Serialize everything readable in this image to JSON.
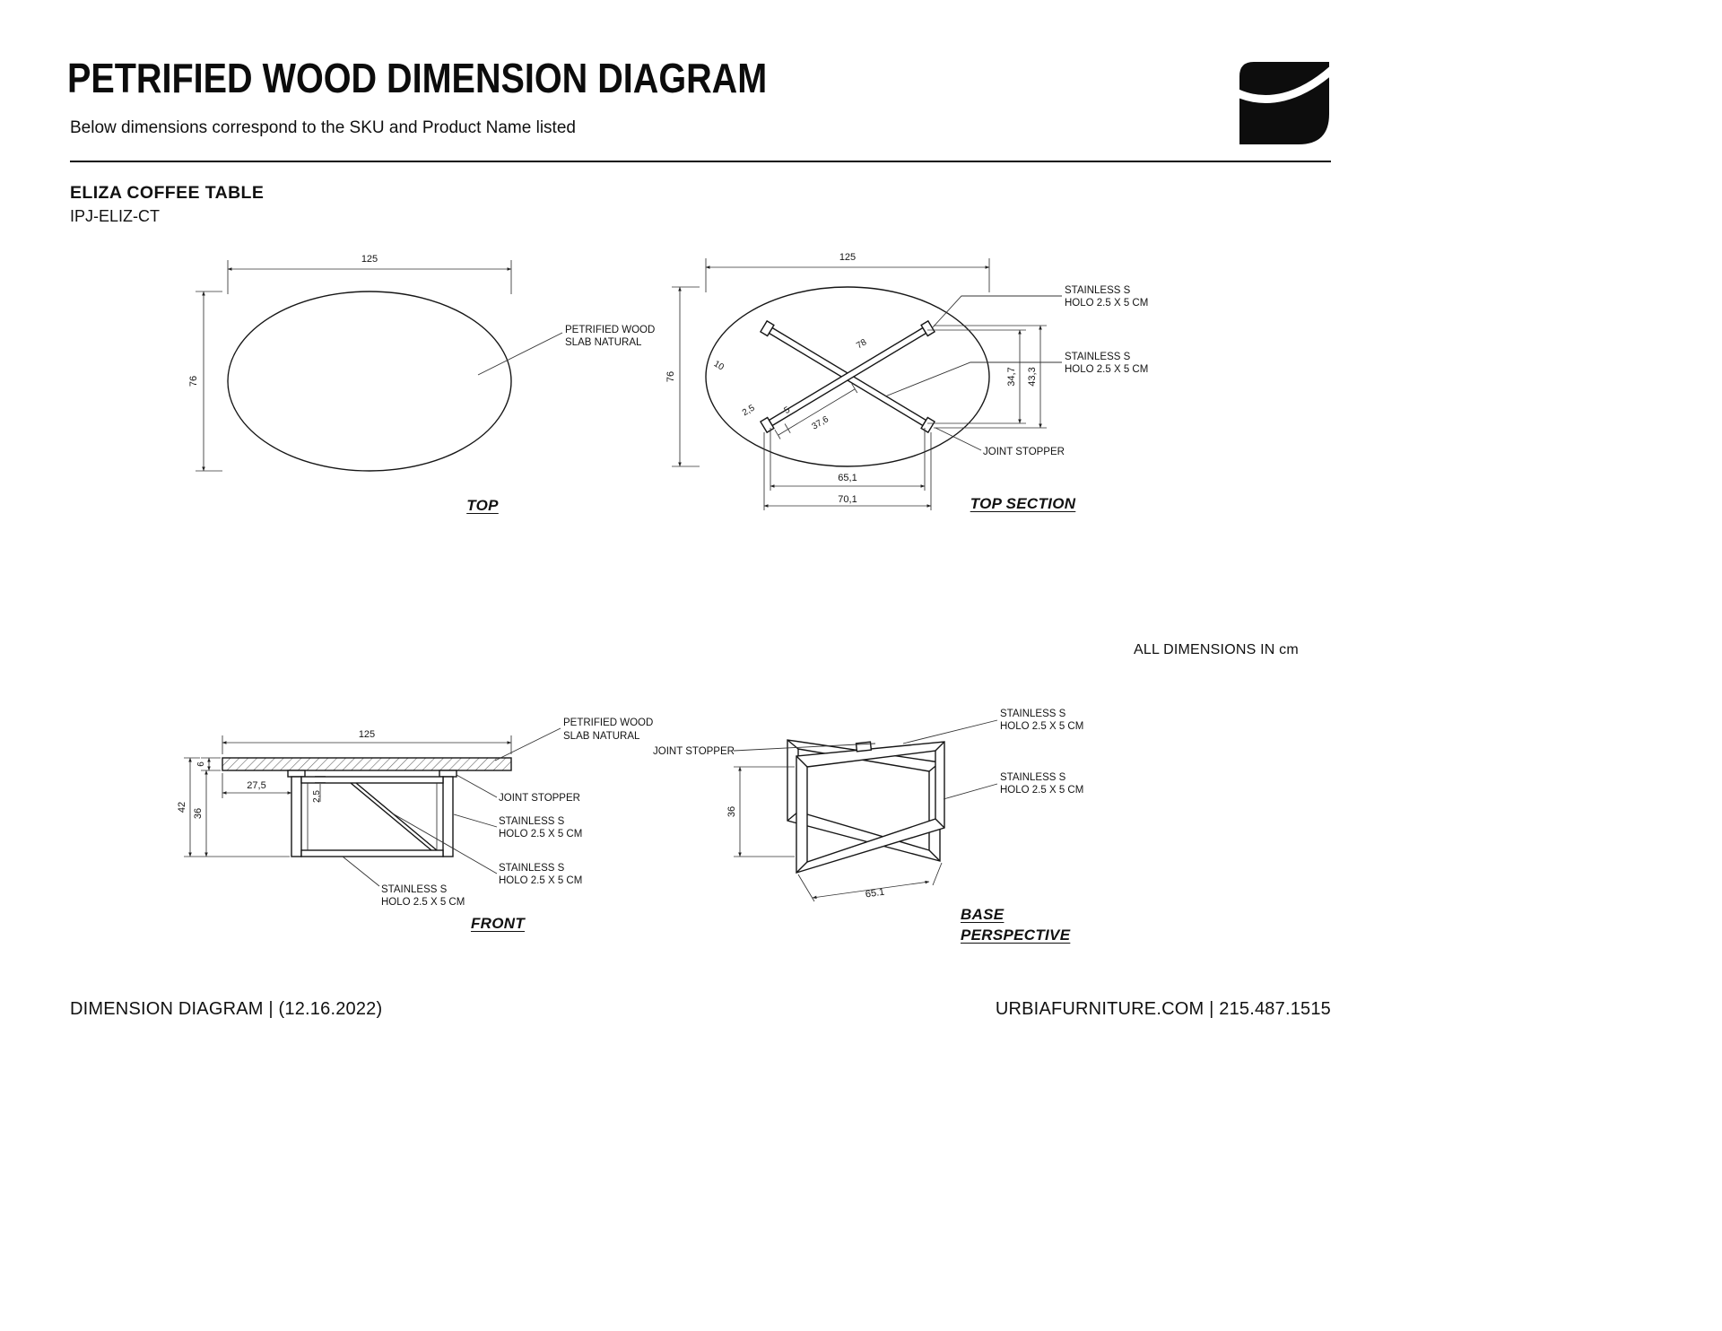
{
  "header": {
    "title": "PETRIFIED WOOD DIMENSION DIAGRAM",
    "subtitle": "Below dimensions correspond to the SKU and Product Name listed"
  },
  "product": {
    "name": "ELIZA COFFEE TABLE",
    "sku": "IPJ-ELIZ-CT"
  },
  "units_note": "ALL DIMENSIONS IN cm",
  "views": {
    "top": {
      "caption": "TOP",
      "dims": {
        "width": "125",
        "depth": "76"
      },
      "labels": {
        "slab_line1": "PETRIFIED WOOD",
        "slab_line2": "SLAB NATURAL"
      }
    },
    "top_section": {
      "caption": "TOP SECTION",
      "dims": {
        "width": "125",
        "depth": "76",
        "bar_length": "78",
        "edge_gap": "10",
        "tube_width": "2,5",
        "stopper_length": "5",
        "half_span": "37,6",
        "span_inner_v": "34,7",
        "span_outer_v": "43,3",
        "span_inner_h": "65,1",
        "span_outer_h": "70,1"
      },
      "labels": {
        "steel1_line1": "STAINLESS S",
        "steel1_line2": "HOLO 2.5 X 5 CM",
        "steel2_line1": "STAINLESS S",
        "steel2_line2": "HOLO 2.5 X 5 CM",
        "stopper": "JOINT STOPPER"
      }
    },
    "front": {
      "caption": "FRONT",
      "dims": {
        "width": "125",
        "slab_thickness": "6",
        "overhang": "27,5",
        "tube": "2,5",
        "total_height": "42",
        "base_height": "36"
      },
      "labels": {
        "slab_line1": "PETRIFIED WOOD",
        "slab_line2": "SLAB NATURAL",
        "stopper": "JOINT STOPPER",
        "steel1_line1": "STAINLESS S",
        "steel1_line2": "HOLO 2.5 X 5 CM",
        "steel2_line1": "STAINLESS S",
        "steel2_line2": "HOLO 2.5 X 5 CM",
        "steel3_line1": "STAINLESS S",
        "steel3_line2": "HOLO 2.5 X 5 CM"
      }
    },
    "base_perspective": {
      "caption_line1": "BASE",
      "caption_line2": "PERSPECTIVE",
      "dims": {
        "base_height": "36",
        "base_span": "65.1"
      },
      "labels": {
        "stopper": "JOINT STOPPER",
        "steel1_line1": "STAINLESS S",
        "steel1_line2": "HOLO 2.5 X 5 CM",
        "steel2_line1": "STAINLESS S",
        "steel2_line2": "HOLO 2.5 X 5 CM"
      }
    }
  },
  "footer": {
    "left": "DIMENSION DIAGRAM | (12.16.2022)",
    "right": "URBIAFURNITURE.COM  |  215.487.1515"
  }
}
